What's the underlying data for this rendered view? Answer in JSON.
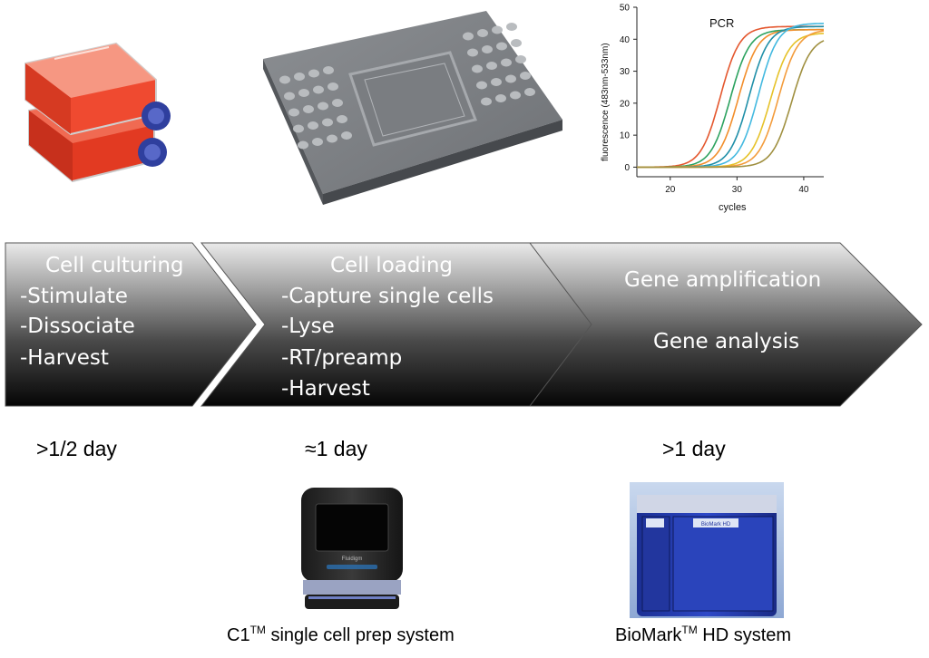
{
  "chart": {
    "title": "PCR",
    "xlabel": "cycles",
    "ylabel": "fluorescence (483nm-533nm)",
    "x_ticks": [
      "20",
      "30",
      "40"
    ],
    "y_ticks": [
      "0",
      "10",
      "20",
      "30",
      "40",
      "50"
    ]
  },
  "chart_data": {
    "type": "line",
    "title": "PCR",
    "xlabel": "cycles",
    "ylabel": "fluorescence (483nm-533nm)",
    "xlim": [
      15,
      43
    ],
    "ylim": [
      -3,
      50
    ],
    "grid": false,
    "series": [
      {
        "color": "#e4572e",
        "midpoint": 27.5,
        "plateau": 44
      },
      {
        "color": "#2ca25f",
        "midpoint": 29.0,
        "plateau": 43
      },
      {
        "color": "#f28e2b",
        "midpoint": 30.2,
        "plateau": 43
      },
      {
        "color": "#1f8fa8",
        "midpoint": 31.8,
        "plateau": 44
      },
      {
        "color": "#43b9e0",
        "midpoint": 33.2,
        "plateau": 45
      },
      {
        "color": "#e6c229",
        "midpoint": 35.0,
        "plateau": 42
      },
      {
        "color": "#f39c3c",
        "midpoint": 36.2,
        "plateau": 43
      },
      {
        "color": "#a09040",
        "midpoint": 38.2,
        "plateau": 41
      }
    ]
  },
  "steps": [
    {
      "title": "Cell culturing",
      "items": [
        "-Stimulate",
        "-Dissociate",
        "-Harvest"
      ],
      "duration": ">1/2 day"
    },
    {
      "title": "Cell loading",
      "items": [
        "-Capture single cells",
        "-Lyse",
        "-RT/preamp",
        "-Harvest"
      ],
      "duration": "≈1 day"
    },
    {
      "title": "Gene amplification",
      "items": [
        "Gene analysis"
      ],
      "duration": ">1 day"
    }
  ],
  "instruments": {
    "c1": {
      "name": "C1",
      "tm": "TM",
      "rest": " single cell prep system",
      "brand": "Fluidigm"
    },
    "biomark": {
      "name": "BioMark",
      "tm": "TM",
      "rest": " HD system",
      "badge": "BioMark HD"
    }
  }
}
